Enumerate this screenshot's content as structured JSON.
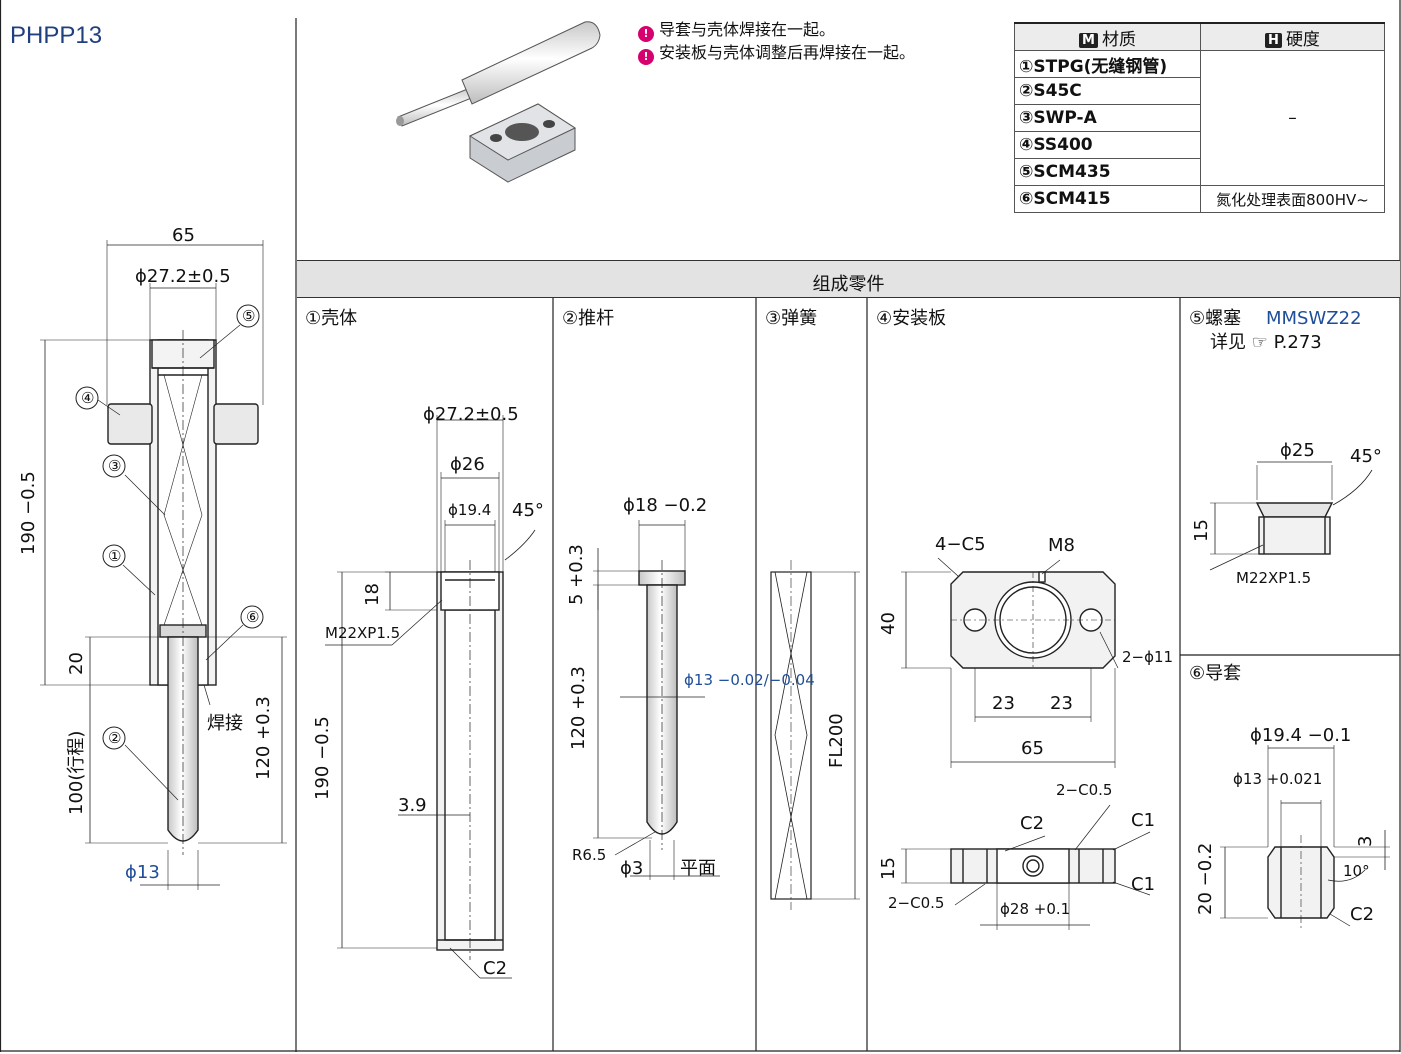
{
  "title": "PHPP13",
  "notes": [
    "导套与壳体焊接在一起。",
    "安装板与壳体调整后再焊接在一起。"
  ],
  "material_table": {
    "headers": {
      "material_badge": "M",
      "material": "材质",
      "hardness_badge": "H",
      "hardness": "硬度"
    },
    "rows": [
      {
        "material": "①STPG(无缝钢管)"
      },
      {
        "material": "②S45C"
      },
      {
        "material": "③SWP-A"
      },
      {
        "material": "④SS400"
      },
      {
        "material": "⑤SCM435"
      },
      {
        "material": "⑥SCM415"
      }
    ],
    "hardness_common": "–",
    "hardness_last": "氮化处理表面800HV~"
  },
  "section_header": "组成零件",
  "sections": {
    "shell": "①壳体",
    "push_rod": "②推杆",
    "spring": "③弹簧",
    "mounting_plate": "④安装板",
    "plug": "⑤螺塞",
    "plug_code": "MMSWZ22",
    "plug_ref_prefix": "详见",
    "plug_ref_page": "P.273",
    "guide_bushing": "⑥导套"
  },
  "assembly": {
    "dim_65": "65",
    "dim_d272": "ϕ27.2±0.5",
    "dim_190": "190 −0.5",
    "dim_20": "20",
    "dim_100": "100(行程)",
    "dim_120": "120 +0.3",
    "dim_d13": "ϕ13",
    "weld": "焊接",
    "callouts": [
      "①",
      "②",
      "③",
      "④",
      "⑤",
      "⑥"
    ]
  },
  "shell_dims": {
    "d272": "ϕ27.2±0.5",
    "d26": "ϕ26",
    "d194": "ϕ19.4",
    "a45": "45°",
    "l18": "18",
    "thread": "M22XP1.5",
    "l190": "190 −0.5",
    "t39": "3.9",
    "c2": "C2"
  },
  "rod_dims": {
    "d18": "ϕ18 −0.2",
    "l5": "5 +0.3",
    "l120": "120 +0.3",
    "d13": "ϕ13 −0.02/−0.04",
    "r65": "R6.5",
    "d3": "ϕ3",
    "flat": "平面"
  },
  "spring_dims": {
    "fl": "FL200"
  },
  "plate_dims": {
    "c5": "4−C5",
    "m8": "M8",
    "h40": "40",
    "d11": "2−ϕ11",
    "w23a": "23",
    "w23b": "23",
    "w65": "65",
    "c05a": "2−C0.5",
    "c2": "C2",
    "c1a": "C1",
    "h15": "15",
    "c1b": "C1",
    "c05b": "2−C0.5",
    "d28": "ϕ28 +0.1"
  },
  "plug_dims": {
    "d25": "ϕ25",
    "a45": "45°",
    "h15": "15",
    "thread": "M22XP1.5"
  },
  "bushing_dims": {
    "d194": "ϕ19.4 −0.1",
    "d13": "ϕ13 +0.021",
    "t3": "3",
    "a10": "10°",
    "h20": "20 −0.2",
    "c2": "C2"
  }
}
